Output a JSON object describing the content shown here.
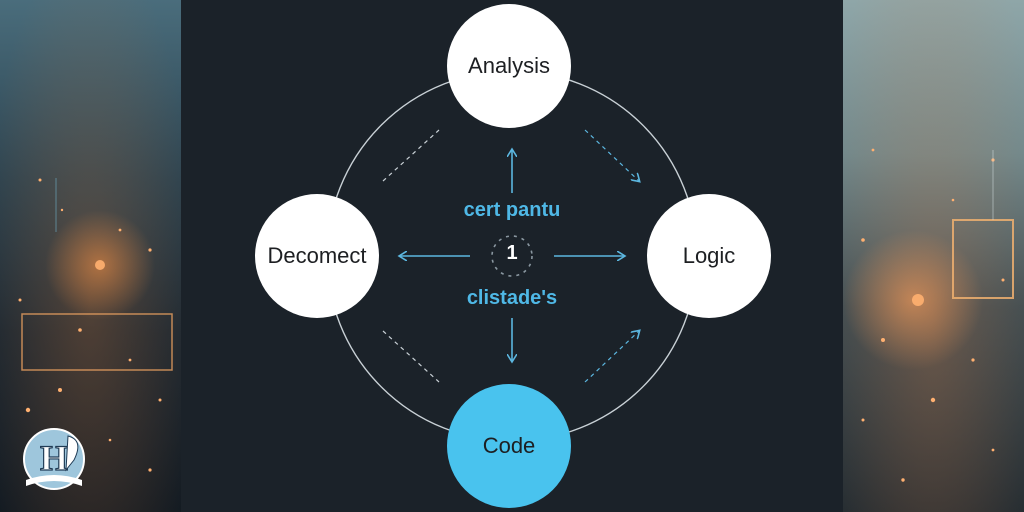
{
  "nodes": {
    "top": "Analysis",
    "left": "Decomect",
    "right": "Logic",
    "bottom": "Code"
  },
  "center": {
    "number": "1",
    "top_label": "cert pantu",
    "bottom_label": "clistade's"
  },
  "colors": {
    "node_fill": "#ffffff",
    "highlight_node_fill": "#49c3ee",
    "accent": "#4fb8e6",
    "ring_stroke": "#c9d1d6",
    "panel_background": "#1b2229"
  },
  "icons": {
    "logo": "book-quill-h-logo-icon"
  }
}
